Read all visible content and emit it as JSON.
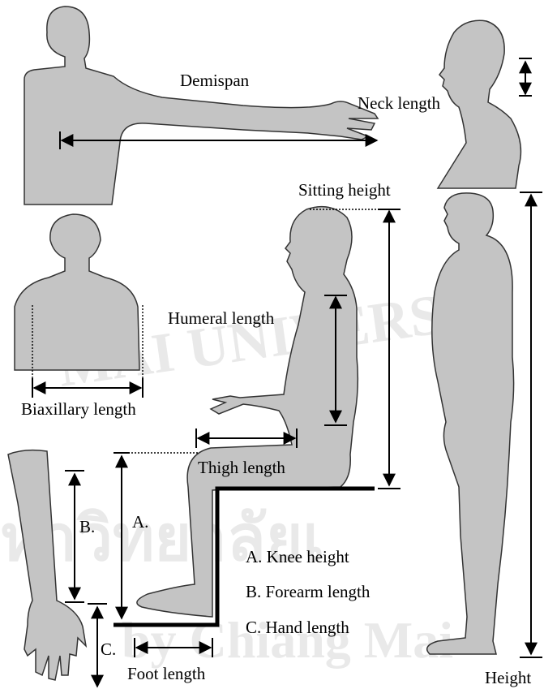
{
  "labels": {
    "demispan": "Demispan",
    "neck_length": "Neck length",
    "sitting_height": "Sitting height",
    "humeral_length": "Humeral length",
    "biaxillary_length": "Biaxillary length",
    "thigh_length": "Thigh length",
    "marker_a": "A.",
    "marker_b": "B.",
    "marker_c": "C.",
    "foot_length": "Foot length",
    "height": "Height"
  },
  "legend": [
    {
      "text": "A. Knee height"
    },
    {
      "text": "B. Forearm length"
    },
    {
      "text": "C. Hand length"
    }
  ],
  "watermark": {
    "line1": "หาวิทยาลัยเ",
    "line2": "by Chiang Mai",
    "line3": "MAI UNIVERSI"
  },
  "colors": {
    "figure_fill": "#c4c4c4",
    "outline": "#333333",
    "watermark": "#e9e9e9"
  }
}
